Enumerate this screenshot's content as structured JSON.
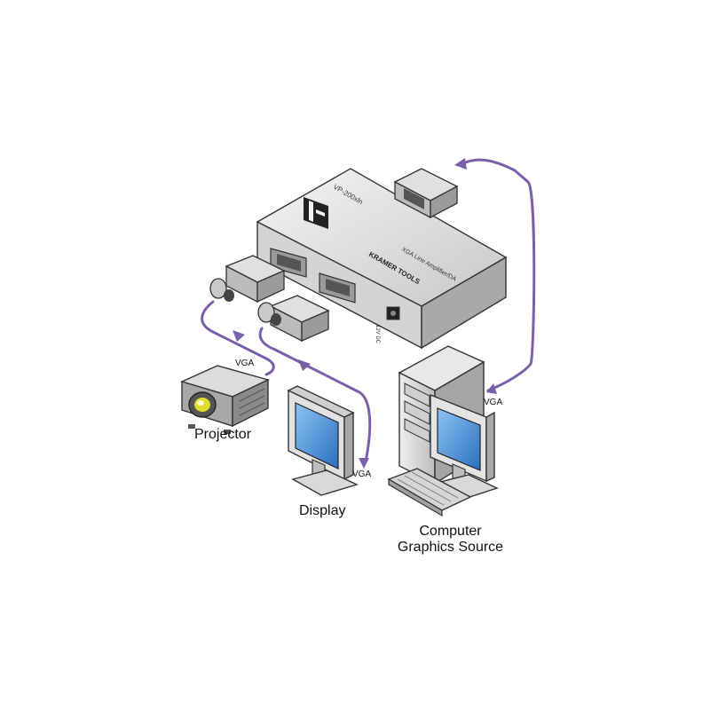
{
  "device": {
    "model": "VP-200xln",
    "brand": "KRAMER TOOLS",
    "subtitle": "XGA Line Amplifier/DA",
    "power": "12V DC"
  },
  "devices": {
    "projector": "Projector",
    "display": "Display",
    "computer_line1": "Computer",
    "computer_line2": "Graphics Source"
  },
  "connections": {
    "projector_vga": "VGA",
    "display_vga": "VGA",
    "computer_vga": "VGA"
  },
  "colors": {
    "cable": "#7b5fa8",
    "device_body": "#d9d9d9",
    "screen": "#4a8fd6",
    "outline": "#333333"
  }
}
